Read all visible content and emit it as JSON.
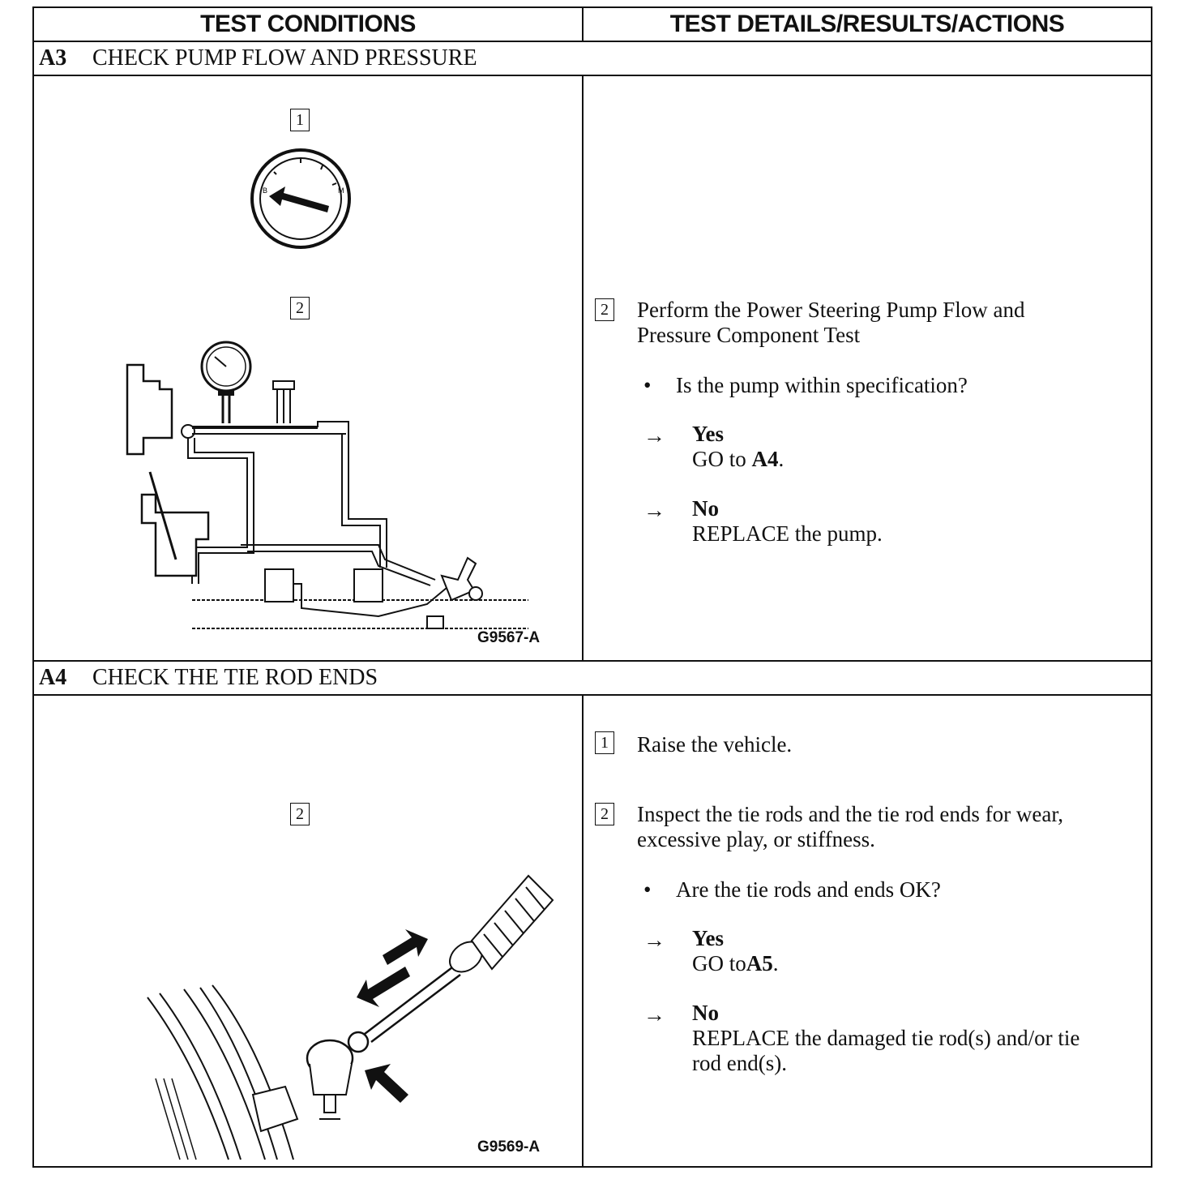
{
  "headers": {
    "left": "TEST CONDITIONS",
    "right": "TEST DETAILS/RESULTS/ACTIONS"
  },
  "a3": {
    "id": "A3",
    "title": "CHECK PUMP FLOW AND PRESSURE",
    "figure_steps": [
      "1",
      "2"
    ],
    "figure_id": "G9567-A",
    "step": "2",
    "step_text_1": "Perform the Power Steering Pump Flow and",
    "step_text_2": "Pressure Component Test",
    "question": "Is the pump within specification?",
    "yes_label": "Yes",
    "yes_action": "GO to",
    "yes_target": "A4",
    "yes_end": ".",
    "no_label": "No",
    "no_action": "REPLACE the pump."
  },
  "a4": {
    "id": "A4",
    "title": "CHECK THE TIE ROD ENDS",
    "figure_step": "2",
    "figure_id": "G9569-A",
    "step1": "1",
    "step1_text": "Raise the vehicle.",
    "step2": "2",
    "step2_text_1": "Inspect the tie rods and the tie rod ends for wear,",
    "step2_text_2": "excessive play, or stiffness.",
    "question": "Are the tie rods and ends OK?",
    "yes_label": "Yes",
    "yes_action": "GO to",
    "yes_target": "A5",
    "yes_end": ".",
    "no_label": "No",
    "no_action_1": "REPLACE the damaged tie rod(s) and/or tie",
    "no_action_2": "rod end(s)."
  },
  "symbols": {
    "bullet": "•",
    "arrow": "→"
  }
}
